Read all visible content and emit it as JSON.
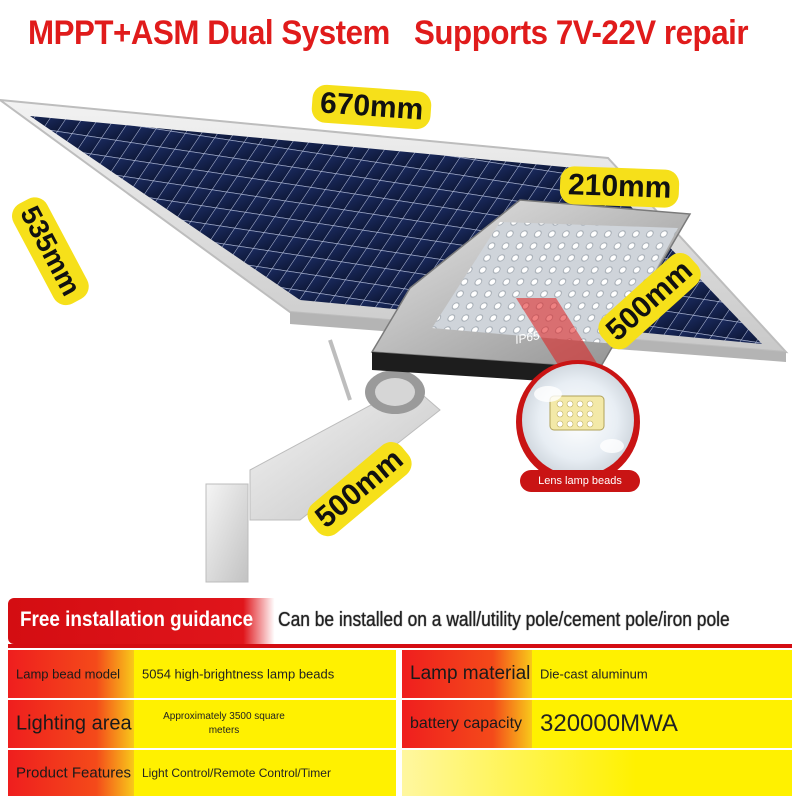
{
  "headlines": {
    "left": "MPPT+ASM Dual System",
    "right": "Supports 7V-22V repair"
  },
  "dimensions": {
    "panel_width": "670mm",
    "panel_height": "535mm",
    "lamp_depth": "210mm",
    "lamp_length": "500mm",
    "arm_length": "500mm"
  },
  "lamp_marking": "IP65",
  "lens_label": "Lens lamp beads",
  "banner": {
    "left": "Free installation guidance",
    "right": "Can be installed on a wall/utility pole/cement pole/iron pole"
  },
  "specs": [
    {
      "label": "Lamp bead model",
      "value": "5054 high-brightness lamp beads"
    },
    {
      "label": "Lamp material",
      "value": "Die-cast aluminum"
    },
    {
      "label": "Lighting area",
      "value": "Approximately 3500 square meters"
    },
    {
      "label": "battery capacity",
      "value": "320000MWA"
    },
    {
      "label": "Product Features",
      "value": "Light Control/Remote Control/Timer"
    }
  ],
  "colors": {
    "headline_red": "#e01b1b",
    "dimension_yellow": "#f6e01a",
    "banner_red": "#d40d12",
    "value_yellow": "#fff100"
  }
}
